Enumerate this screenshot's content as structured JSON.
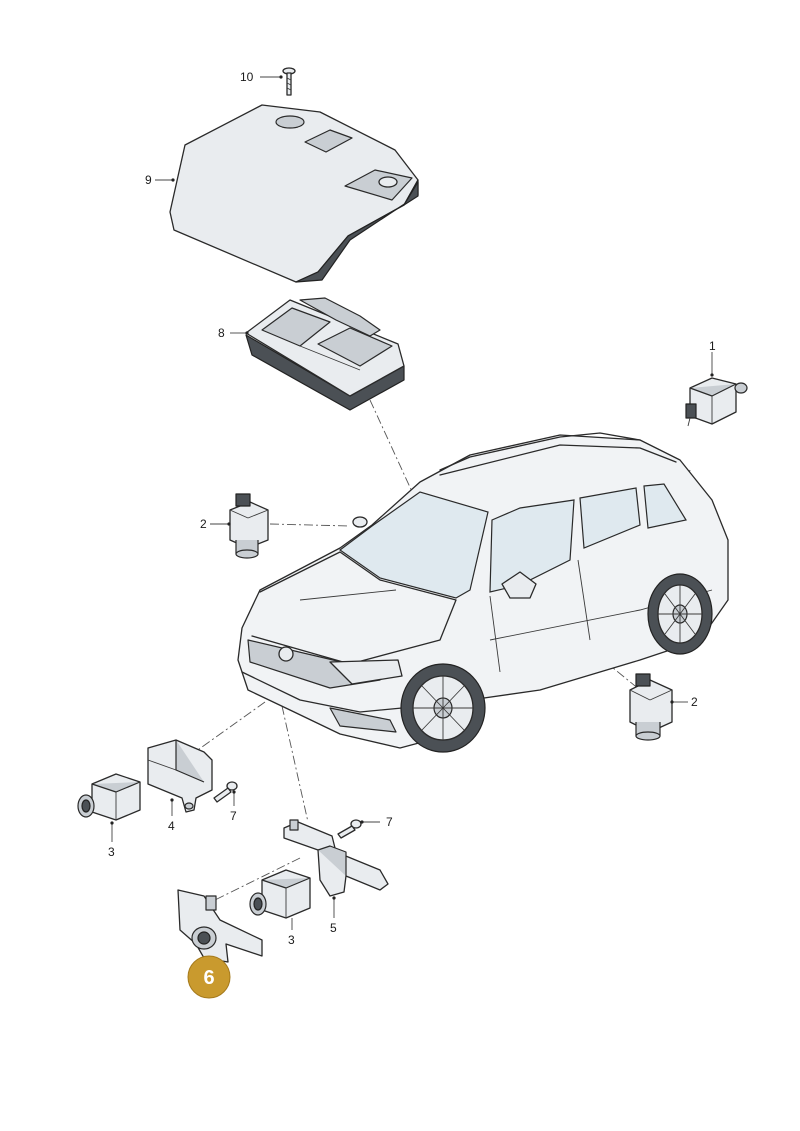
{
  "callouts": {
    "c1": "1",
    "c2a": "2",
    "c2b": "2",
    "c3a": "3",
    "c3b": "3",
    "c4": "4",
    "c5": "5",
    "c7a": "7",
    "c7b": "7",
    "c8": "8",
    "c9": "9",
    "c10": "10"
  },
  "highlight": {
    "label": "6",
    "color": "#c99a2e"
  },
  "colors": {
    "line": "#2a2a2a",
    "part_fill": "#e9ecef",
    "cover_dark": "#4b5055"
  }
}
